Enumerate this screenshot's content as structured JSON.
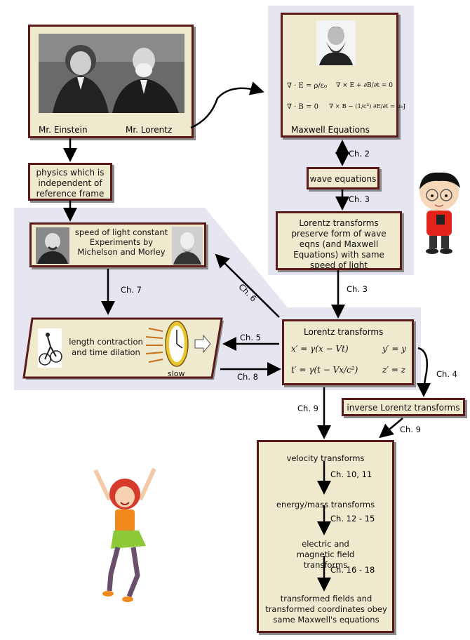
{
  "photo_box": {
    "einstein_caption": "Mr. Einstein",
    "lorentz_caption": "Mr. Lorentz"
  },
  "maxwell_box": {
    "title": "Maxwell Equations",
    "eq1": "∇ · E = ρ/ε₀",
    "eq2": "∇ × E + ∂B/∂t = 0",
    "eq3": "∇ · B = 0",
    "eq4": "∇ × B − (1/c²) ∂E/∂t = μ₀J"
  },
  "independent_box": {
    "text": "physics which is independent of reference frame"
  },
  "wave_box": {
    "text": "wave equations"
  },
  "lorentz_preserve_box": {
    "text": "Lorentz transforms preserve form of wave eqns (and Maxwell Equations) with same speed of light"
  },
  "speed_box": {
    "text": "speed of light constant Experiments by Michelson and Morley"
  },
  "contraction_box": {
    "text": "length contraction and time dilation",
    "slow": "slow"
  },
  "lorentz_box": {
    "title": "Lorentz transforms",
    "eq_x": "x′ = γ(x − Vt)",
    "eq_y": "y′ = y",
    "eq_t": "t′ = γ(t − Vx/c²)",
    "eq_z": "z′ = z"
  },
  "inverse_box": {
    "text": "inverse Lorentz transforms"
  },
  "bottom_box": {
    "velocity": "velocity transforms",
    "energy": "energy/mass transforms",
    "field": "electric and magnetic field transforms",
    "final": "transformed fields and transformed coordinates obey same Maxwell's equations"
  },
  "chapter_labels": {
    "ch2": "Ch. 2",
    "ch3a": "Ch. 3",
    "ch3b": "Ch. 3",
    "ch4": "Ch. 4",
    "ch5": "Ch. 5",
    "ch6": "Ch. 6",
    "ch7": "Ch. 7",
    "ch8": "Ch. 8",
    "ch9a": "Ch. 9",
    "ch9b": "Ch. 9",
    "ch10_11": "Ch. 10, 11",
    "ch12_15": "Ch. 12 - 15",
    "ch16_18": "Ch. 16 - 18"
  },
  "colors": {
    "box_fill": "#efe9cd",
    "box_border": "#5a1a1a",
    "band": "#e6e6f0",
    "arrow": "#000000"
  }
}
